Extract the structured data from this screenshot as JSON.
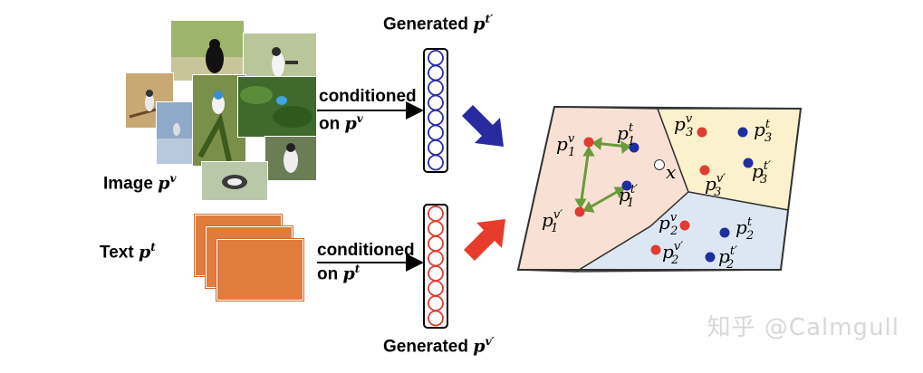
{
  "left": {
    "image_label_prefix": "Image",
    "image_symbol": "p",
    "image_sup": "v",
    "text_label_prefix": "Text",
    "text_symbol": "p",
    "text_sup": "t"
  },
  "arrows": {
    "top_line1": "conditioned",
    "top_line2_prefix": "on",
    "top_symbol": "p",
    "top_sup": "v",
    "bottom_line1": "conditioned",
    "bottom_line2_prefix": "on",
    "bottom_symbol": "p",
    "bottom_sup": "t"
  },
  "vectors": {
    "top_title_prefix": "Generated",
    "top_symbol": "p",
    "top_sup": "t′",
    "top_color": "#2b2ba8",
    "bottom_title_prefix": "Generated",
    "bottom_symbol": "p",
    "bottom_sup": "v′",
    "bottom_color": "#e03c31"
  },
  "space": {
    "region_colors": {
      "pink": "#f8e1d4",
      "yellow": "#fbf1cc",
      "blue": "#dde7f3"
    },
    "point_labels": {
      "p1v": "p",
      "p1v_sup": "v",
      "p1v_sub": "1",
      "p1t": "p",
      "p1t_sup": "t",
      "p1t_sub": "1",
      "p1tp": "p",
      "p1tp_sup": "t′",
      "p1tp_sub": "1",
      "p1vp": "p",
      "p1vp_sup": "v′",
      "p1vp_sub": "1",
      "x": "x",
      "p3v": "p",
      "p3v_sup": "v",
      "p3v_sub": "3",
      "p3t": "p",
      "p3t_sup": "t",
      "p3t_sub": "3",
      "p3vp": "p",
      "p3vp_sup": "v′",
      "p3vp_sub": "3",
      "p3tp": "p",
      "p3tp_sup": "t′",
      "p3tp_sub": "3",
      "p2v": "p",
      "p2v_sup": "v",
      "p2v_sub": "2",
      "p2t": "p",
      "p2t_sup": "t",
      "p2t_sub": "2",
      "p2vp": "p",
      "p2vp_sup": "v′",
      "p2vp_sub": "2",
      "p2tp": "p",
      "p2tp_sup": "t′",
      "p2tp_sub": "2"
    },
    "red_dot": "#e03c31",
    "blue_dot": "#1f2e9e",
    "green_line": "#6a9a3c"
  },
  "watermark": "知乎 @Calmgull"
}
